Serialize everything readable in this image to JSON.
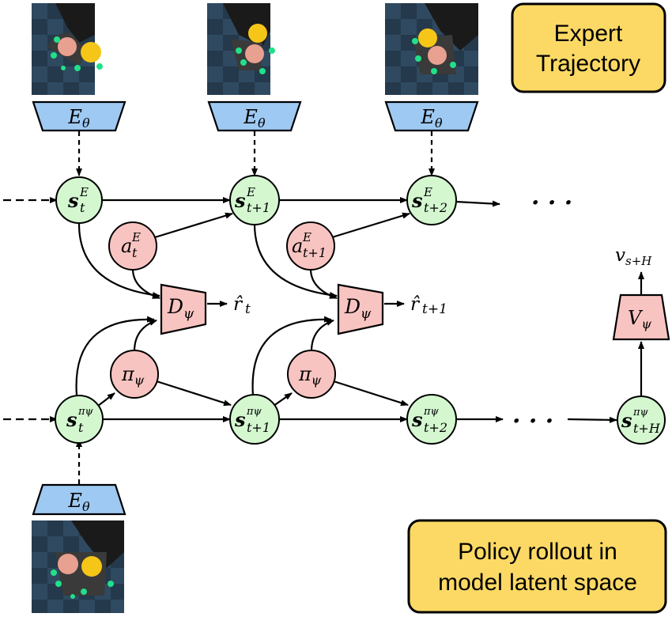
{
  "boxes": {
    "expert": [
      "Expert",
      "Trajectory"
    ],
    "policy": [
      "Policy rollout in",
      "model latent space"
    ]
  },
  "encoder": {
    "main": "E",
    "sub": "θ"
  },
  "expert_states": [
    {
      "main": "s",
      "sup": "E",
      "sub": "t"
    },
    {
      "main": "s",
      "sup": "E",
      "sub": "t+1"
    },
    {
      "main": "s",
      "sup": "E",
      "sub": "t+2"
    }
  ],
  "expert_actions": [
    {
      "main": "a",
      "sup": "E",
      "sub": "t"
    },
    {
      "main": "a",
      "sup": "E",
      "sub": "t+1"
    }
  ],
  "discriminator": {
    "main": "D",
    "sub": "ψ"
  },
  "rewards": [
    {
      "main": "r̂",
      "sub": "t"
    },
    {
      "main": "r̂",
      "sub": "t+1"
    }
  ],
  "policy_node": {
    "main": "π",
    "sub": "ψ"
  },
  "policy_states": [
    {
      "main": "s",
      "sup": "πψ",
      "sub": "t"
    },
    {
      "main": "s",
      "sup": "πψ",
      "sub": "t+1"
    },
    {
      "main": "s",
      "sup": "πψ",
      "sub": "t+2"
    },
    {
      "main": "s",
      "sup": "πψ",
      "sub": "t+H"
    }
  ],
  "value_fn": {
    "main": "V",
    "sub": "ψ"
  },
  "value_out": {
    "main": "v",
    "sub": "s+H"
  },
  "ellipsis": "· · ·",
  "colors": {
    "state_fill": "#d4f7d0",
    "action_fill": "#f8c4c1",
    "encoder_fill": "#9ec9f2",
    "box_fill": "#fbd964",
    "scene_bg": "#1c2e3e",
    "ball_pink": "#e8a090",
    "ball_yellow": "#f5c518",
    "finger_green": "#21e08a"
  }
}
